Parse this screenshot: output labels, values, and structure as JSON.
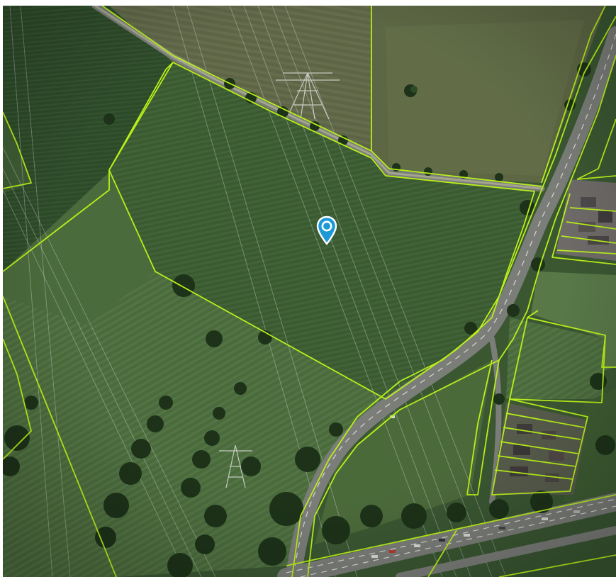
{
  "map": {
    "view": "satellite",
    "layers": [
      "aerial-imagery",
      "cadastral-parcel-boundaries"
    ],
    "parcel_boundary_color": "#b9ef1a",
    "marker": {
      "icon": "map-pin-icon",
      "color": "#1d9ad6"
    }
  }
}
